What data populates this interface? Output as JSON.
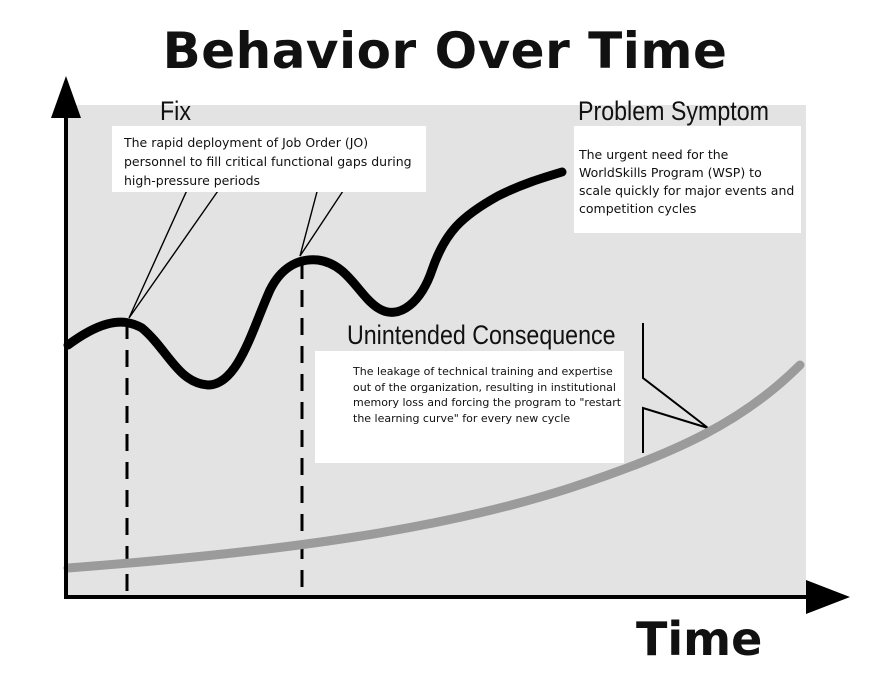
{
  "title": "Behavior Over Time",
  "x_axis_label": "Time",
  "labels": {
    "fix": {
      "heading": "Fix",
      "description": "The rapid deployment of Job Order (JO) personnel to fill critical functional gaps during high-pressure periods"
    },
    "problem_symptom": {
      "heading": "Problem Symptom",
      "description": "The urgent need for the WorldSkills Program (WSP) to scale quickly for major events and competition cycles"
    },
    "unintended_consequence": {
      "heading": "Unintended Consequence",
      "description": "The leakage of technical training and expertise out of the organization, resulting in institutional memory loss and forcing the program to \"restart the learning curve\" for every new cycle"
    }
  },
  "colors": {
    "plot_background": "#e3e3e3",
    "problem_line": "#000000",
    "consequence_line": "#9b9b9b",
    "axes": "#000000"
  }
}
